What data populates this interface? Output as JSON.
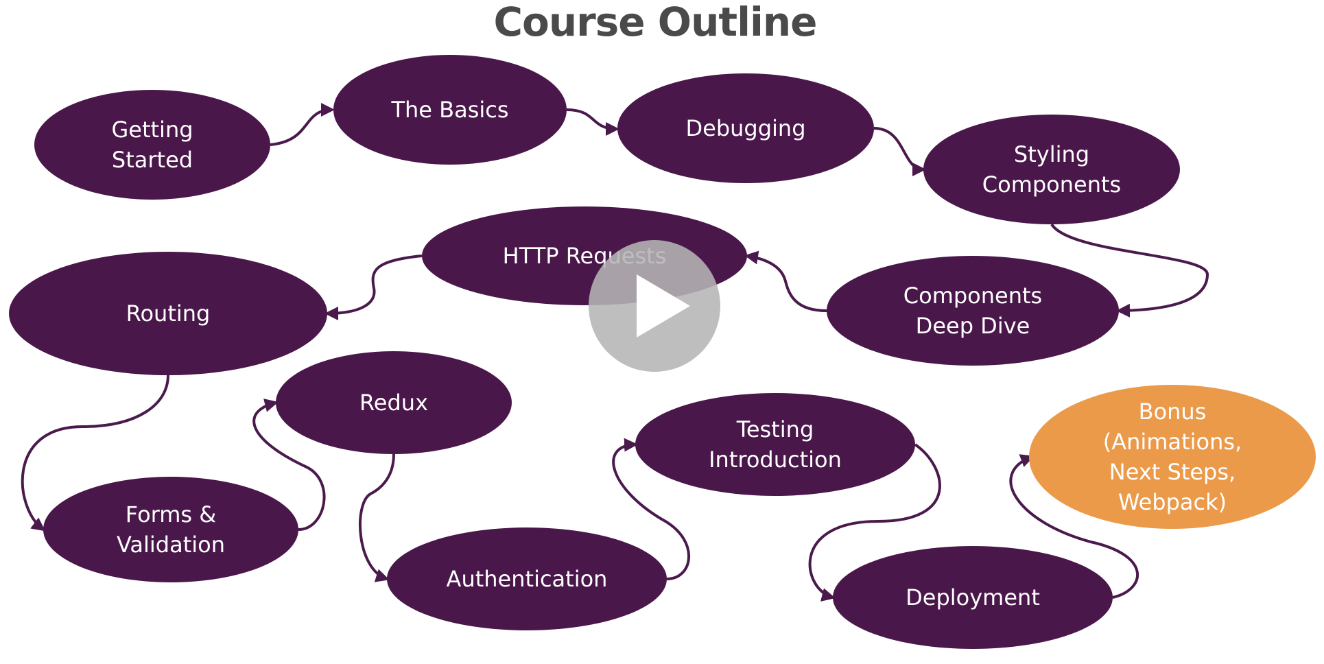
{
  "title": "Course Outline",
  "colors": {
    "node_fill": "#4a174a",
    "bonus_fill": "#eb9a4a",
    "connector": "#4a1a4c",
    "title_text": "#4a4a4a",
    "node_text": "#ffffff",
    "play_overlay": "#b5b5b5"
  },
  "nodes": [
    {
      "id": "getting-started",
      "lines": [
        "Getting",
        "Started"
      ]
    },
    {
      "id": "the-basics",
      "lines": [
        "The Basics"
      ]
    },
    {
      "id": "debugging",
      "lines": [
        "Debugging"
      ]
    },
    {
      "id": "styling-components",
      "lines": [
        "Styling",
        "Components"
      ]
    },
    {
      "id": "components-deep-dive",
      "lines": [
        "Components",
        "Deep Dive"
      ]
    },
    {
      "id": "http-requests",
      "lines": [
        "HTTP Requests"
      ]
    },
    {
      "id": "routing",
      "lines": [
        "Routing"
      ]
    },
    {
      "id": "forms-validation",
      "lines": [
        "Forms &",
        "Validation"
      ]
    },
    {
      "id": "redux",
      "lines": [
        "Redux"
      ]
    },
    {
      "id": "authentication",
      "lines": [
        "Authentication"
      ]
    },
    {
      "id": "testing-introduction",
      "lines": [
        "Testing",
        "Introduction"
      ]
    },
    {
      "id": "deployment",
      "lines": [
        "Deployment"
      ]
    },
    {
      "id": "bonus",
      "lines": [
        "Bonus",
        "(Animations,",
        "Next Steps,",
        "Webpack)"
      ],
      "highlight": true
    }
  ],
  "edges": [
    {
      "from": "getting-started",
      "to": "the-basics"
    },
    {
      "from": "the-basics",
      "to": "debugging"
    },
    {
      "from": "debugging",
      "to": "styling-components"
    },
    {
      "from": "styling-components",
      "to": "components-deep-dive"
    },
    {
      "from": "components-deep-dive",
      "to": "http-requests"
    },
    {
      "from": "http-requests",
      "to": "routing"
    },
    {
      "from": "routing",
      "to": "forms-validation"
    },
    {
      "from": "forms-validation",
      "to": "redux"
    },
    {
      "from": "redux",
      "to": "authentication"
    },
    {
      "from": "authentication",
      "to": "testing-introduction"
    },
    {
      "from": "testing-introduction",
      "to": "deployment"
    },
    {
      "from": "deployment",
      "to": "bonus"
    }
  ],
  "video": {
    "play_icon": "play-icon"
  }
}
